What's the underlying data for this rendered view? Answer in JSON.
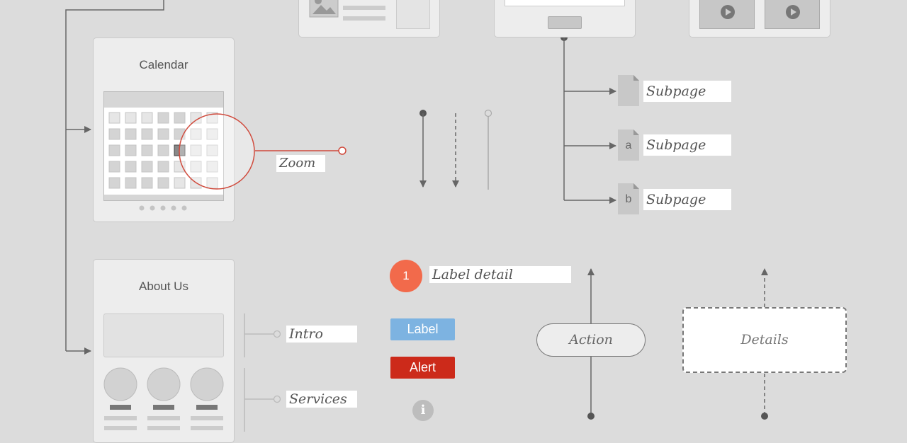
{
  "cards": {
    "calendar": {
      "title": "Calendar"
    },
    "about": {
      "title": "About Us"
    }
  },
  "labels": {
    "zoom": "Zoom",
    "subpages": [
      {
        "letter": "",
        "label": "Subpage"
      },
      {
        "letter": "a",
        "label": "Subpage"
      },
      {
        "letter": "b",
        "label": "Subpage"
      }
    ],
    "intro": "Intro",
    "services": "Services",
    "label_detail": "Label detail"
  },
  "badges": {
    "number": "1",
    "label": "Label",
    "alert": "Alert",
    "info": "i"
  },
  "flow": {
    "action": "Action",
    "details": "Details"
  },
  "colors": {
    "background": "#dcdcdc",
    "zoom_red": "#d04a3c",
    "badge_orange": "#f26a4b",
    "label_blue": "#7db3e1",
    "alert_red": "#cc2a1a",
    "line_gray": "#666666"
  }
}
